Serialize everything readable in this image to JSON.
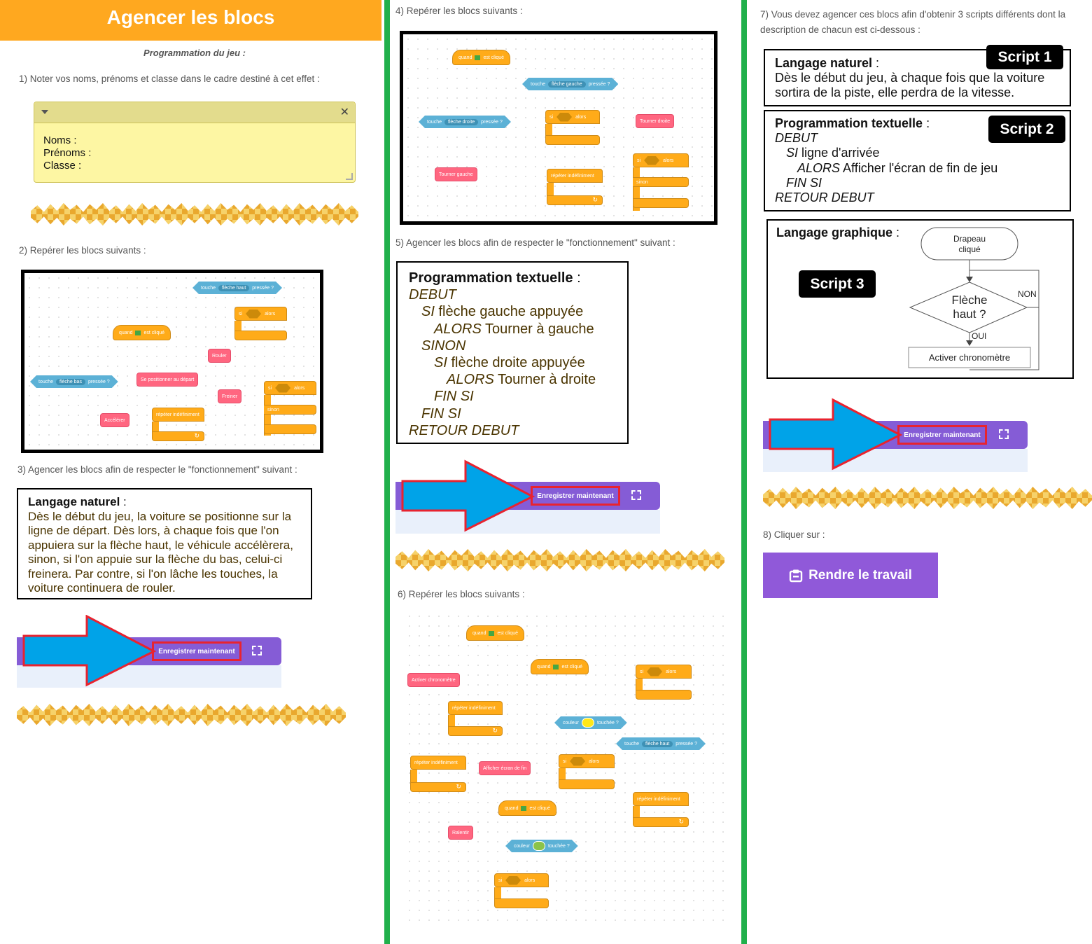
{
  "col1": {
    "title": "Agencer les blocs",
    "subtitle": "Programmation du jeu :",
    "step1": "1) Noter vos noms, prénoms et classe dans le cadre destiné à cet effet :",
    "note": {
      "line1": "Noms :",
      "line2": "Prénoms :",
      "line3": "Classe :"
    },
    "step2": "2) Repérer les blocs suivants :",
    "step3": "3) Agencer les blocs afin de respecter le \"fonctionnement\" suivant :",
    "natural": {
      "heading": "Langage naturel",
      "colon": " :",
      "text": "Dès le début du jeu, la voiture se positionne sur la ligne de départ. Dès lors, à chaque fois que l'on appuiera sur la flèche haut, le véhicule accélèrera, sinon, si l'on appuie sur la flèche du bas, celui-ci freinera. Par contre, si l'on lâche les touches, la voiture continuera de rouler."
    }
  },
  "col2": {
    "step4": "4) Repérer les blocs suivants :",
    "step5": "5) Agencer les blocs afin de respecter le \"fonctionnement\" suivant :",
    "program": {
      "heading": "Programmation textuelle",
      "colon": " :",
      "l1": "DEBUT",
      "l2kw": "SI",
      "l2": " flèche gauche appuyée",
      "l3kw": "ALORS",
      "l3": " Tourner à gauche",
      "l4": "SINON",
      "l5kw": "SI",
      "l5": " flèche droite appuyée",
      "l6kw": "ALORS",
      "l6": " Tourner à droite",
      "l7": "FIN SI",
      "l8": "FIN SI",
      "l9": "RETOUR DEBUT"
    },
    "step6": "6) Repérer les blocs suivants :"
  },
  "col3": {
    "step7": "7) Vous devez agencer ces blocs afin d'obtenir 3 scripts différents dont la description de chacun est ci-dessous :",
    "script1": {
      "badge": "Script 1",
      "heading": "Langage naturel",
      "colon": " :",
      "text": "Dès le début du jeu, à chaque fois que la voiture sortira de la piste, elle perdra de la vitesse."
    },
    "script2": {
      "badge": "Script 2",
      "heading": "Programmation textuelle",
      "colon": " :",
      "l1": "DEBUT",
      "l2kw": "SI",
      "l2": " ligne d'arrivée",
      "l3kw": "ALORS",
      "l3": " Afficher l'écran de fin de jeu",
      "l4": "FIN SI",
      "l5": "RETOUR DEBUT"
    },
    "script3": {
      "badge": "Script 3",
      "heading": "Langage graphique",
      "colon": " :",
      "start": "Drapeau cliqué",
      "start1": "Drapeau",
      "start2": "cliqué",
      "decision1": "Flèche",
      "decision2": "haut ?",
      "no": "NON",
      "yes": "OUI",
      "action": "Activer chronomètre"
    },
    "step8": "8) Cliquer sur :",
    "render_label": "Rendre le travail"
  },
  "save_label": "Enregistrer maintenant",
  "blocks": {
    "quand": "quand",
    "est_clique": "est cliqué",
    "touche": "touche",
    "pressee": "pressée ?",
    "fleche_haut": "flèche haut",
    "fleche_bas": "flèche bas",
    "fleche_gauche": "flèche gauche",
    "fleche_droite": "flèche droite",
    "si": "si",
    "alors": "alors",
    "sinon": "sinon",
    "repeter": "répéter indéfiniment",
    "rouler": "Rouler",
    "positionner": "Se positionner au départ",
    "freiner": "Freiner",
    "accelerer": "Accélérer",
    "tourner_droite": "Tourner droite",
    "tourner_gauche": "Tourner gauche",
    "activer_chrono": "Activer chronomètre",
    "couleur": "couleur",
    "touchee": "touchée ?",
    "afficher_fin": "Afficher écran de fin",
    "ralentir": "Ralentir",
    "loop_arrow": "↻"
  },
  "colors": {
    "title_orange": "#ffa81f",
    "divider_green": "#21b04b",
    "scratch_purple": "#855cd6",
    "render_purple": "#9059d9",
    "arrow_blue": "#00a3e8",
    "highlight_red": "#e8232f",
    "event_orange": "#ffab19",
    "custom_pink": "#ff6680",
    "sensing_blue": "#5cb1d6",
    "color_yellow": "#ffe819",
    "color_green": "#8bc34a"
  }
}
